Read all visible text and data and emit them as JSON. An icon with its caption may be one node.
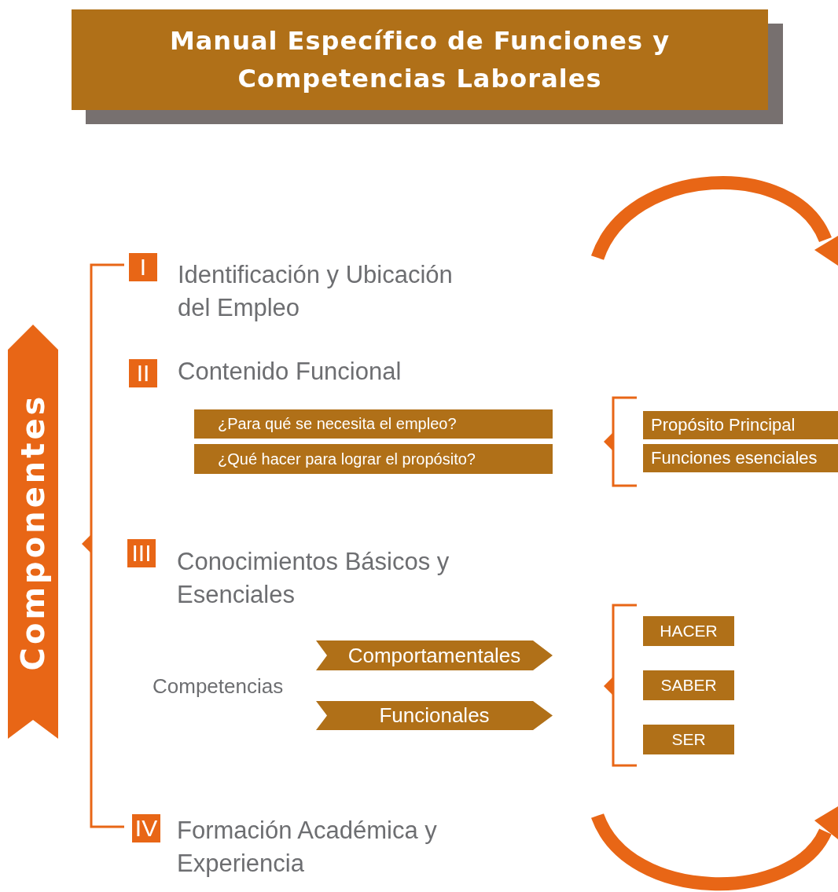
{
  "diagram": {
    "title": "Manual Específico de Funciones y Competencias Laborales",
    "nodes": [
      {
        "text": [
          "Componentes"
        ]
      },
      {
        "text": [
          "I"
        ],
        "beside": [
          "Identificación y Ubicación del Empleo"
        ]
      },
      {
        "text": [
          "II"
        ],
        "beside": [
          "Contenido Funcional"
        ]
      },
      {
        "text": [
          "¿Para qué se necesita el empleo?"
        ]
      },
      {
        "text": [
          "¿Qué hacer para lograr el propósito?"
        ]
      },
      {
        "text": [
          "Propósito Principal"
        ]
      },
      {
        "text": [
          "Funciones esenciales"
        ]
      },
      {
        "text": [
          "III"
        ],
        "beside": [
          "Conocimientos Básicos y Esenciales"
        ]
      },
      {
        "text": [
          "Comportamentales"
        ]
      },
      {
        "text": [
          "Funcionales"
        ]
      },
      {
        "text": [
          "HACER"
        ]
      },
      {
        "text": [
          "SABER"
        ]
      },
      {
        "text": [
          "SER"
        ]
      },
      {
        "text": [
          "IV"
        ],
        "beside": [
          "Formación Académica y Experiencia"
        ]
      }
    ],
    "labels": [
      "Competencias"
    ]
  }
}
